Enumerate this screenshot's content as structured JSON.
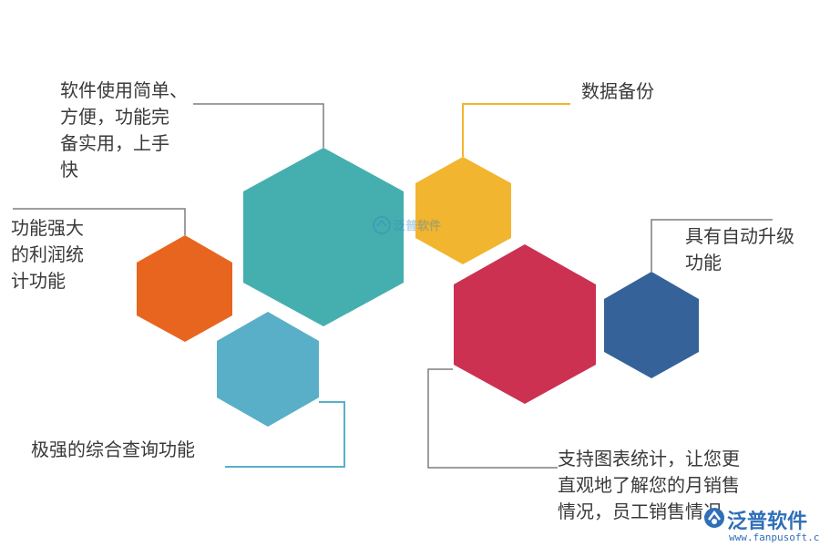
{
  "colors": {
    "teal": "#45afaf",
    "yellow": "#f2b530",
    "orange": "#e8651f",
    "light_blue": "#58afc7",
    "crimson": "#cc3152",
    "navy": "#356399",
    "connector_gray": "#7f7f7f",
    "connector_yellow": "#f2b530",
    "connector_blue": "#58afc7"
  },
  "labels": {
    "easy_to_use": "软件使用简单、\n方便，功能完\n备实用，上手\n快",
    "backup": "数据备份",
    "profit_stats": "功能强大\n的利润统\n计功能",
    "auto_upgrade": "具有自动升级\n功能",
    "query": "极强的综合查询功能",
    "chart_stats": "支持图表统计，让您更\n直观地了解您的月销售\n情况，员工销售情况"
  },
  "watermarks": {
    "center": "泛普软件",
    "corner_name": "泛普软件",
    "corner_url": "www.fanpusoft.com"
  }
}
